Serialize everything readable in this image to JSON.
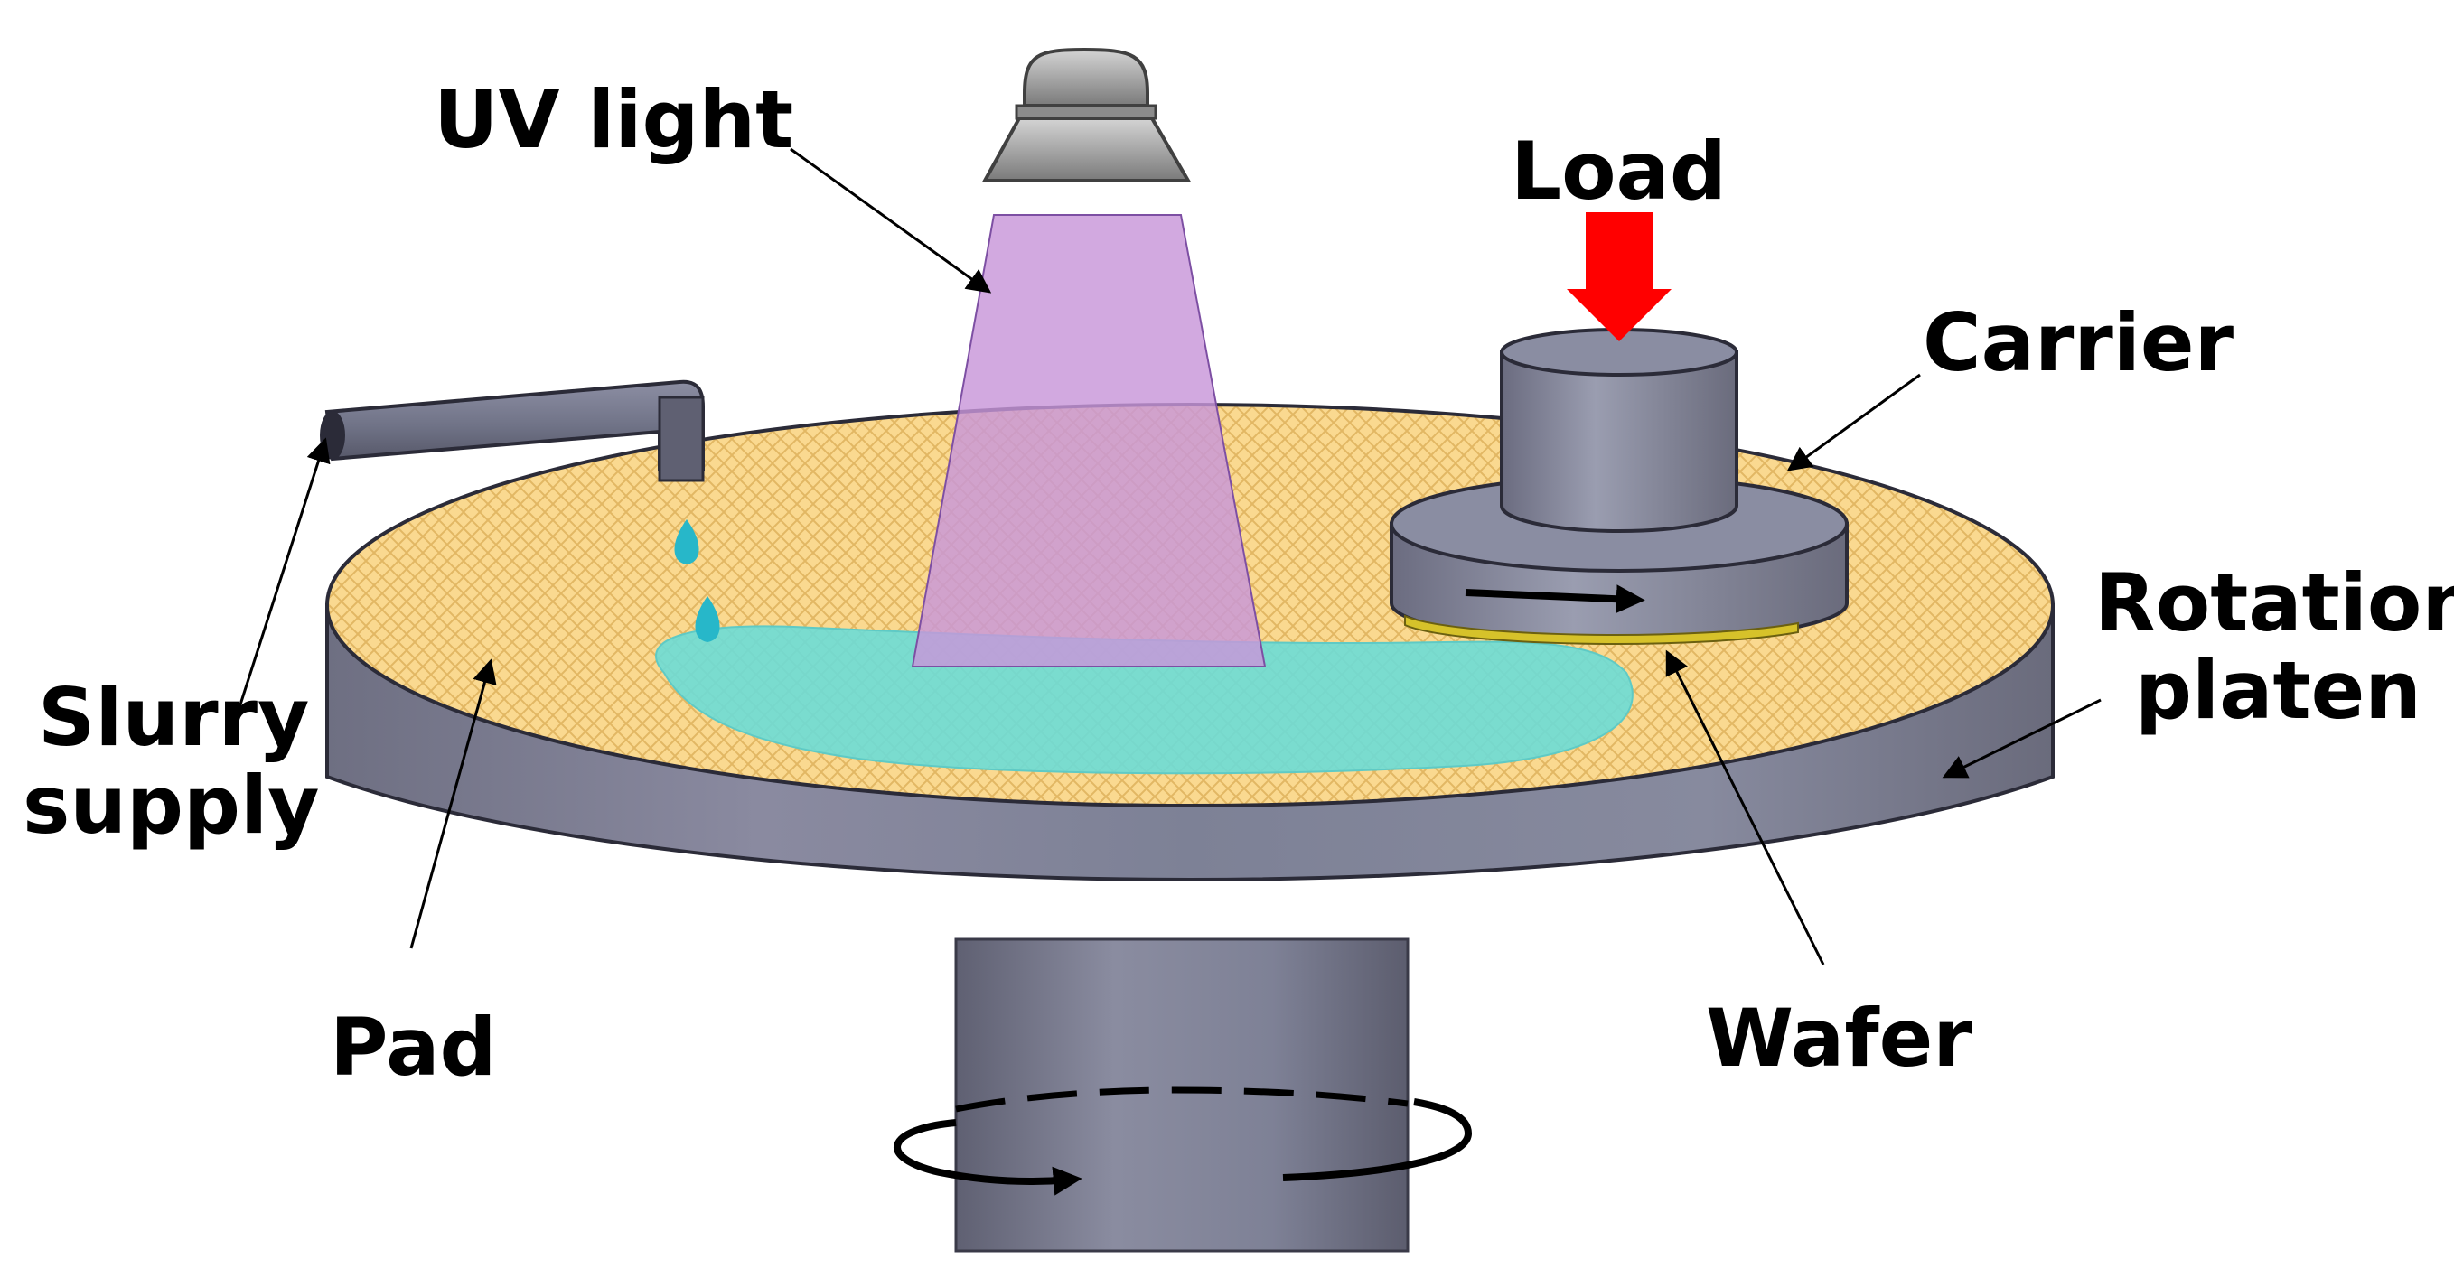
{
  "labels": {
    "uv_light": "UV light",
    "load": "Load",
    "carrier": "Carrier",
    "rotation_platen_line1": "Rotation",
    "rotation_platen_line2": "platen",
    "slurry_supply_line1": "Slurry",
    "slurry_supply_line2": "supply",
    "pad": "Pad",
    "wafer": "Wafer"
  },
  "colors": {
    "platen_gray": "#7E8196",
    "pad_yellow": "#FAD990",
    "pad_mesh": "#E2B763",
    "slurry_cyan": "#6CDCD6",
    "uv_purple": "#C896D9",
    "load_arrow_red": "#FF0000",
    "wafer_yellow": "#D6C22A",
    "outline": "#1F1F2A"
  },
  "icons": {
    "uv_lamp": "uv-lamp-icon",
    "load_arrow": "down-arrow-icon",
    "rotation_arrow": "circular-arrow-icon",
    "slurry_drop": "droplet-icon"
  }
}
